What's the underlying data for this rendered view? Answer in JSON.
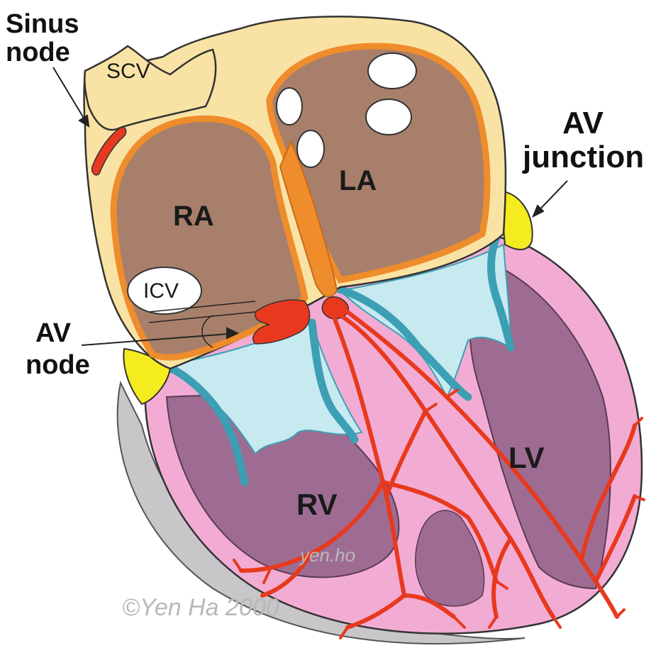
{
  "labels": {
    "sinus_node_line1": "Sinus",
    "sinus_node_line2": "node",
    "scv": "SCV",
    "av_junction_line1": "AV",
    "av_junction_line2": "junction",
    "ra": "RA",
    "la": "LA",
    "icv": "ICV",
    "av_node_line1": "AV",
    "av_node_line2": "node",
    "rv": "RV",
    "lv": "LV",
    "watermark": "yen.ho",
    "copyright": "©Yen Ha  2000"
  },
  "colors": {
    "atrial_wall": "#f9e3a4",
    "atrial_border": "#ef8c2c",
    "atrium_cavity": "#a87f6b",
    "ventricle_wall": "#f2acd3",
    "ventricle_cavity": "#9e6c92",
    "valve_area": "#c7e9f0",
    "valve_leaflet": "#3c9fb3",
    "conduction": "#e8391e",
    "av_junction_fat": "#f5ec1f",
    "pericardium": "#c8c6c8",
    "vein_hole": "#ffffff"
  }
}
